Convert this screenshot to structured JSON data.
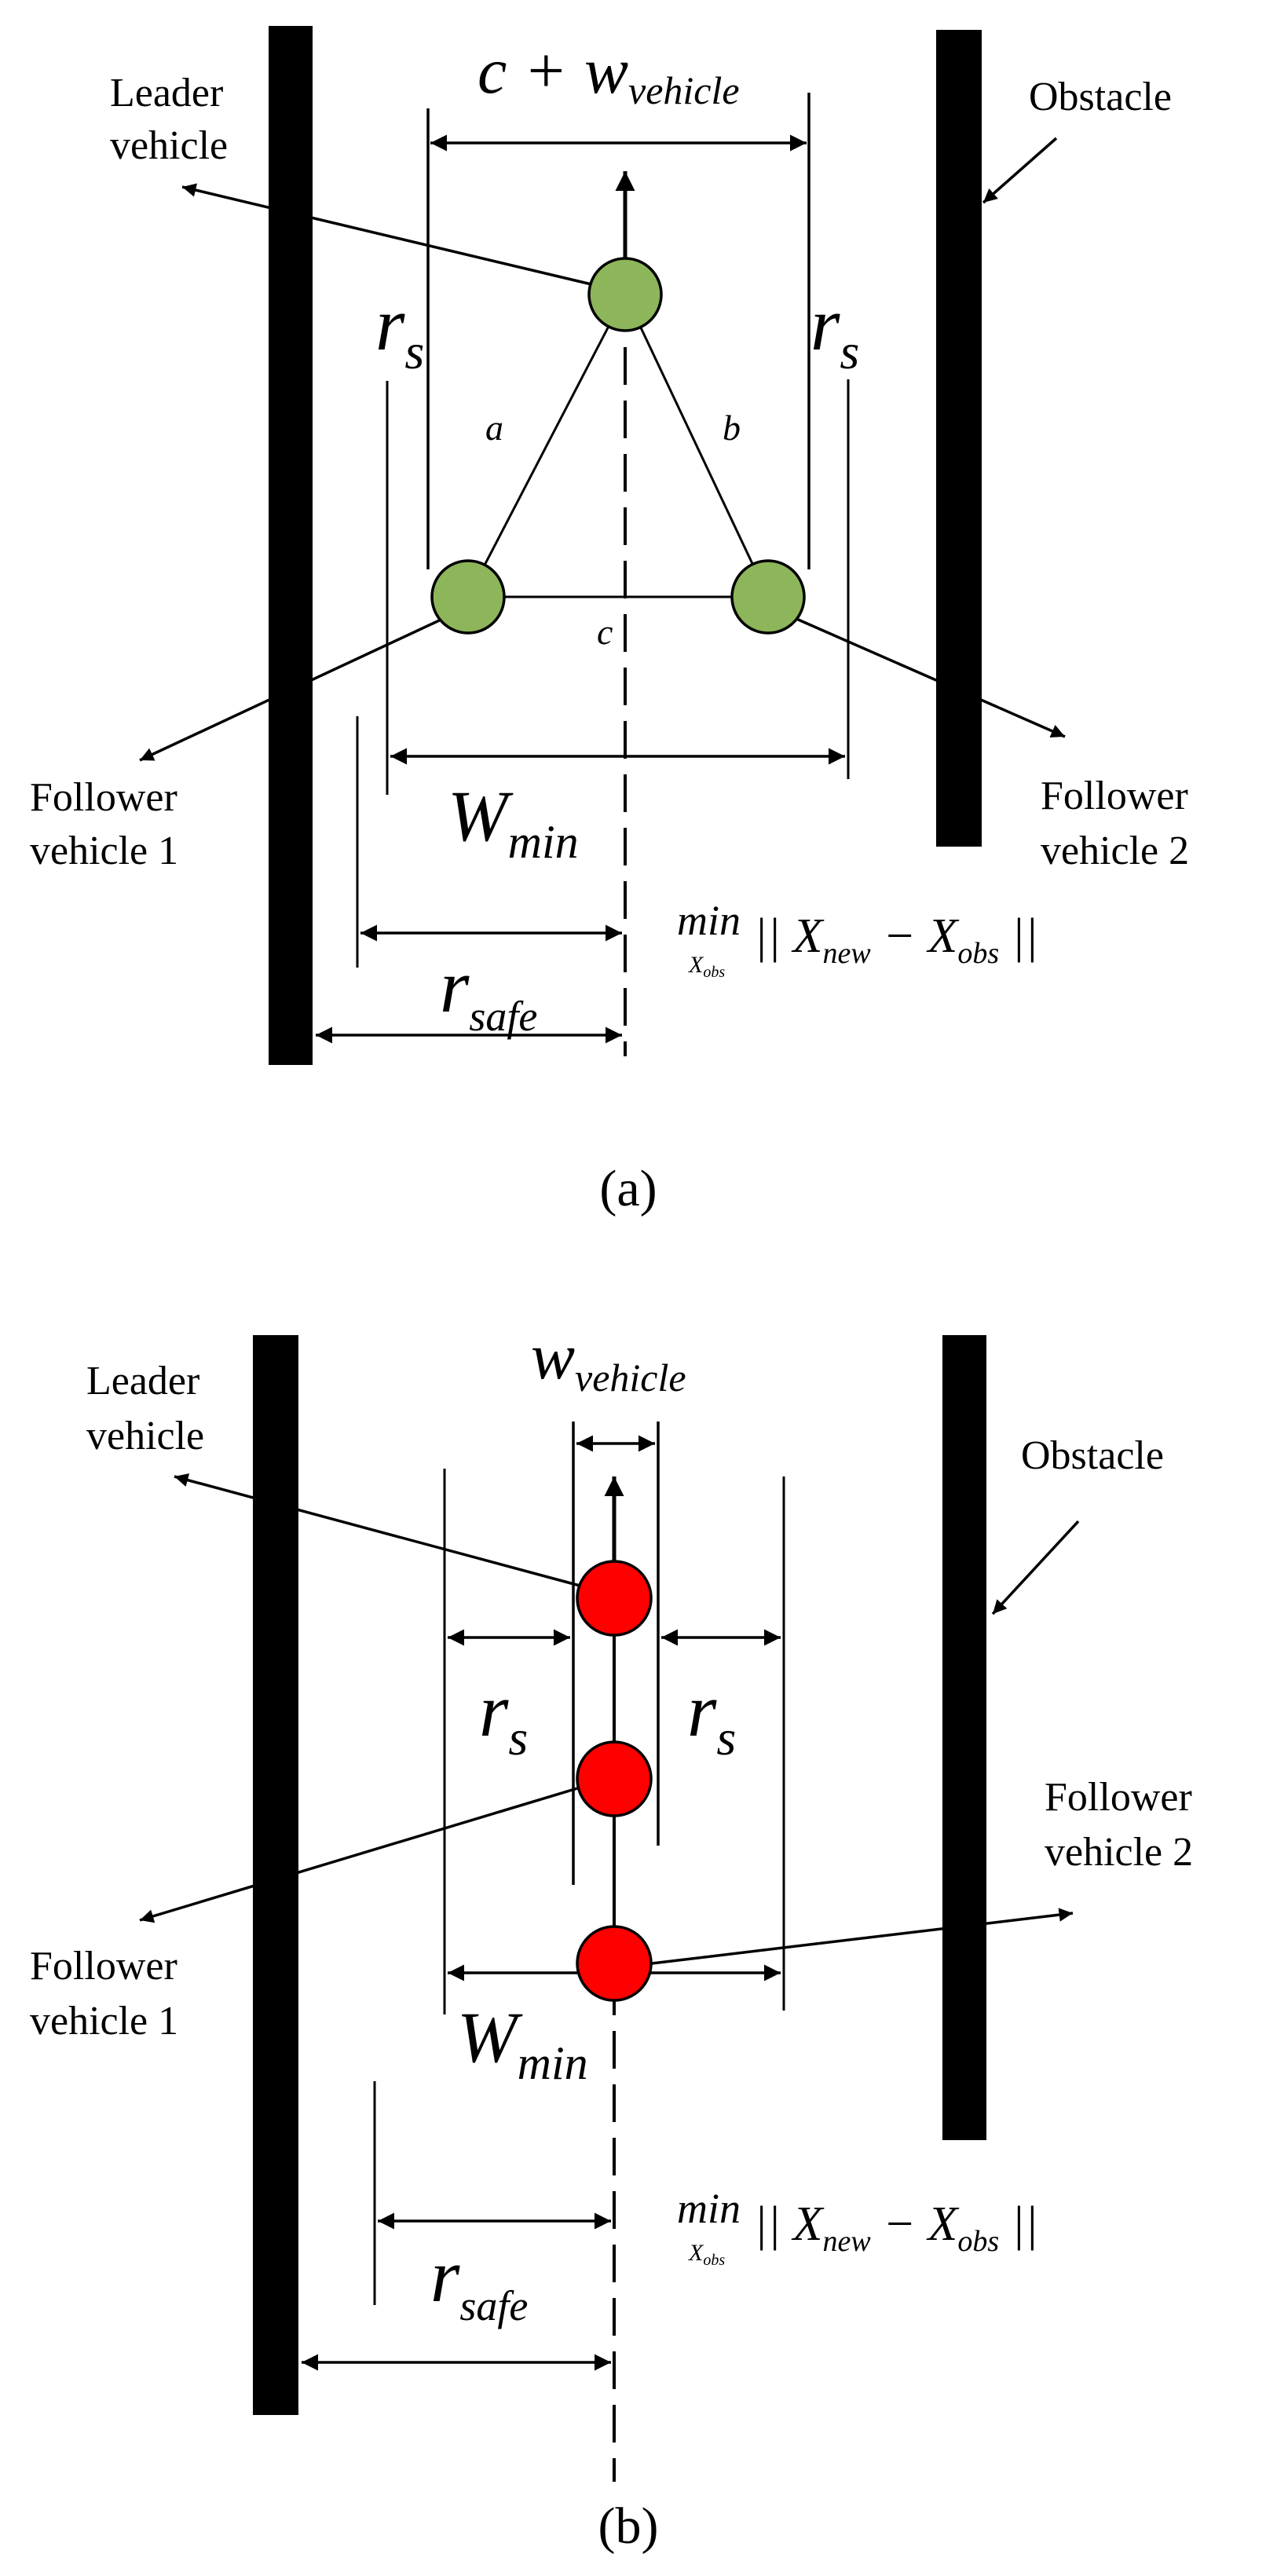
{
  "panel_a": {
    "caption": "(a)",
    "labels": {
      "leader": [
        "Leader",
        "vehicle"
      ],
      "obstacle": "Obstacle",
      "follower1": [
        "Follower",
        "vehicle 1"
      ],
      "follower2": [
        "Follower",
        "vehicle 2"
      ],
      "top_width": {
        "main": "c + w",
        "sub": "vehicle"
      },
      "rs": {
        "main": "r",
        "sub": "s"
      },
      "side_a": "a",
      "side_b": "b",
      "side_c": "c",
      "w_min": {
        "main": "W",
        "sub": "min"
      },
      "r_safe": {
        "main": "r",
        "sub": "safe"
      },
      "min_expr": {
        "min": "min",
        "under": "X",
        "under_sub": "obs",
        "body": "|| X",
        "new": "new",
        "minus": " − X",
        "obs": "obs",
        "close": " ||"
      }
    },
    "vehicle_color": "#8db55a"
  },
  "panel_b": {
    "caption": "(b)",
    "labels": {
      "leader": [
        "Leader",
        "vehicle"
      ],
      "obstacle": "Obstacle",
      "follower1": [
        "Follower",
        "vehicle 1"
      ],
      "follower2": [
        "Follower",
        "vehicle 2"
      ],
      "top_width": {
        "main": "w",
        "sub": "vehicle"
      },
      "rs": {
        "main": "r",
        "sub": "s"
      },
      "w_min": {
        "main": "W",
        "sub": "min"
      },
      "r_safe": {
        "main": "r",
        "sub": "safe"
      },
      "min_expr": {
        "min": "min",
        "under": "X",
        "under_sub": "obs",
        "body": "|| X",
        "new": "new",
        "minus": " − X",
        "obs": "obs",
        "close": " ||"
      }
    },
    "vehicle_color": "#ff0000"
  }
}
